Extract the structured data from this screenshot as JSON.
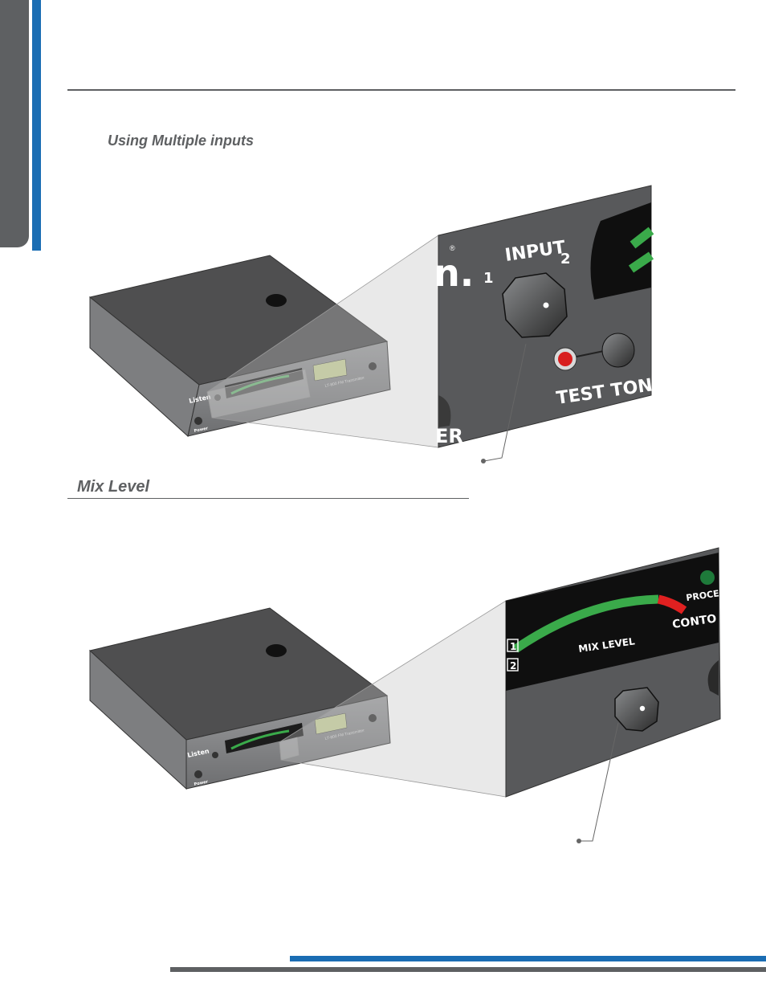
{
  "page": {
    "subtitle": "Using Multiple inputs",
    "section_title": "Mix Level"
  },
  "figure1": {
    "device_brand": "Listen",
    "device_model": "LT-800 FM Transmitter",
    "power_label": "Power",
    "input_label": "INPUT",
    "input_1": "1",
    "input_2": "2",
    "test_tone_label": "TEST TONE",
    "brand_fragment": "n.",
    "registered_mark": "®",
    "power_fragment": "ER"
  },
  "figure2": {
    "device_brand": "Listen",
    "device_model": "LT-800 FM Transmitter",
    "power_label": "Power",
    "mix_level_label": "MIX LEVEL",
    "badge_1": "1",
    "badge_2": "2",
    "processing_fragment": "PROCE",
    "control_fragment": "CONTO"
  },
  "colors": {
    "accent_blue": "#1a6db3",
    "rule_gray": "#5e6062",
    "meter_green": "#3aaa4a",
    "meter_red": "#e02020",
    "panel_gray": "#58595b"
  }
}
